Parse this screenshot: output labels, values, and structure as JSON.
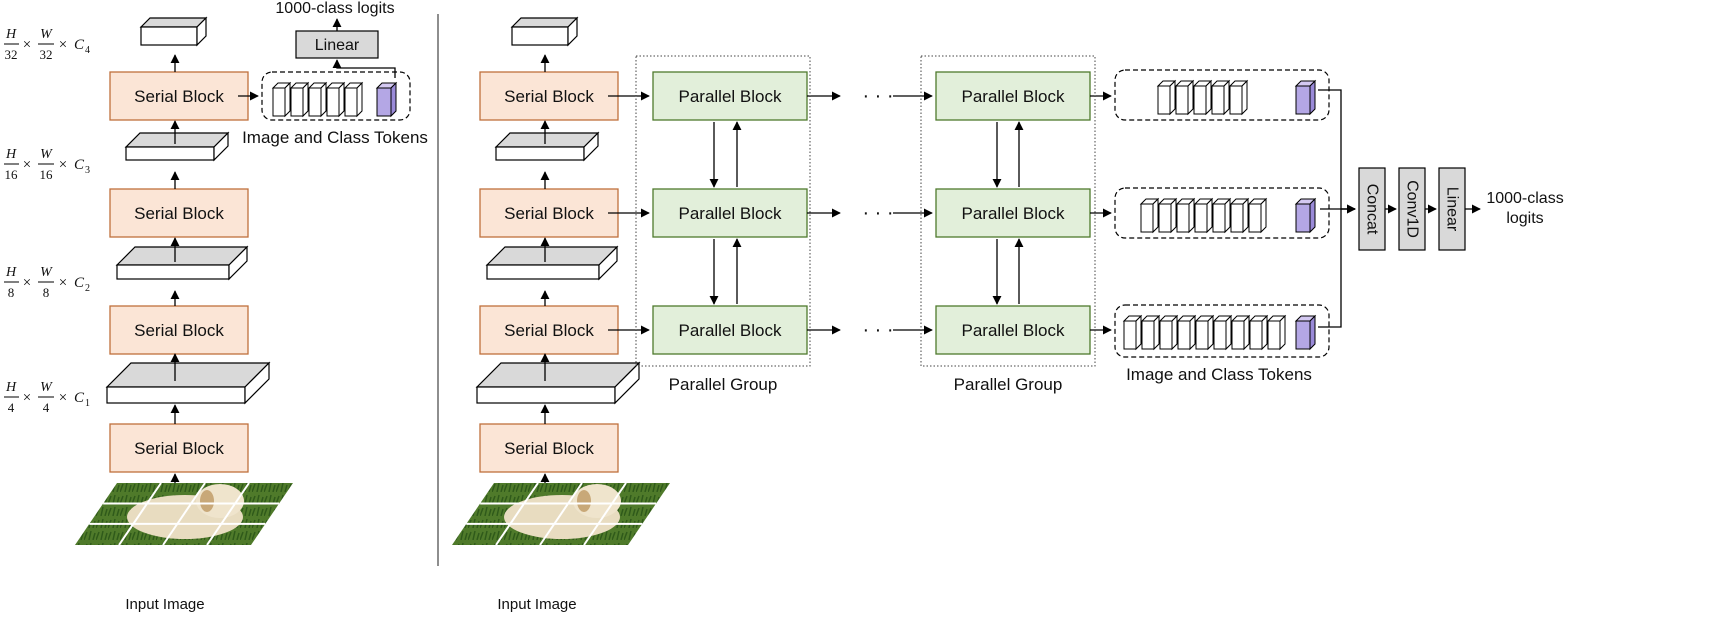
{
  "labels": {
    "serial_block": "Serial Block",
    "parallel_block": "Parallel Block",
    "parallel_group": "Parallel Group",
    "linear": "Linear",
    "concat": "Concat",
    "conv1d": "Conv1D",
    "image_class_tokens": "Image and Class Tokens",
    "input_image": "Input Image",
    "logits_top": "1000-class logits",
    "logits_right_1": "1000-class",
    "logits_right_2": "logits",
    "ellipsis": "· · ·"
  },
  "dimensions": [
    {
      "h": "H",
      "hden": "32",
      "w": "W",
      "wden": "32",
      "c": "C",
      "csub": "4"
    },
    {
      "h": "H",
      "hden": "16",
      "w": "W",
      "wden": "16",
      "c": "C",
      "csub": "3"
    },
    {
      "h": "H",
      "hden": "8",
      "w": "W",
      "wden": "8",
      "c": "C",
      "csub": "2"
    },
    {
      "h": "H",
      "hden": "4",
      "w": "W",
      "wden": "4",
      "c": "C",
      "csub": "1"
    }
  ],
  "colors": {
    "serial_fill": "#fbe5d6",
    "serial_stroke": "#c0703c",
    "parallel_fill": "#e2efda",
    "parallel_stroke": "#4e7a2c",
    "token_class": "#b4a7e5",
    "gray_box": "#d9d9d9",
    "grass": "#4f7a2a",
    "dog": "#e8dcc0"
  }
}
